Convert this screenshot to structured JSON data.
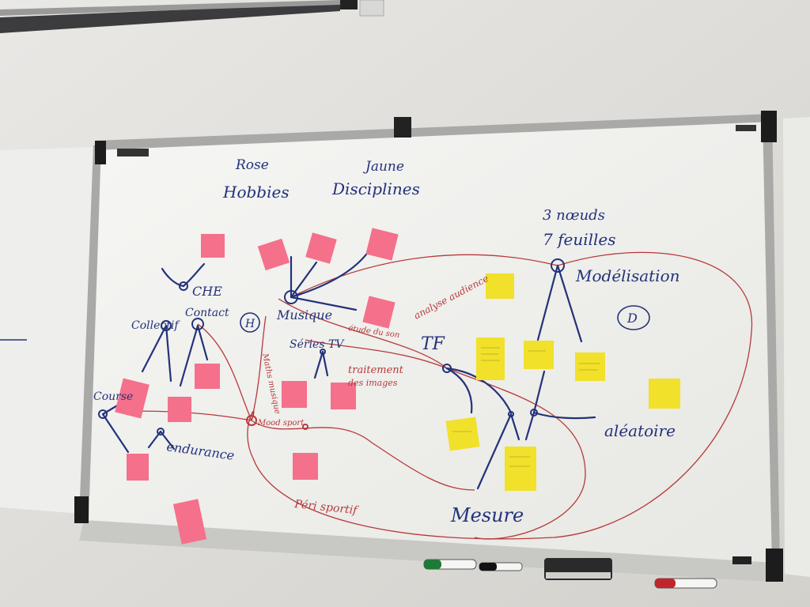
{
  "headings": {
    "pink_color_label": "Rose",
    "pink_meaning": "Hobbies",
    "yellow_color_label": "Jaune",
    "yellow_meaning": "Disciplines",
    "count_line1": "3 nœuds",
    "count_line2": "7 feuilles"
  },
  "nodes": {
    "che": "CHE",
    "collectif": "Collectif",
    "contact": "Contact",
    "course": "Course",
    "endurance": "endurance",
    "musique": "Musique",
    "series_tv": "Séries TV",
    "tf": "TF",
    "modelisation": "Modélisation",
    "aleatoire": "aléatoire",
    "mesure": "Mesure",
    "circle_h": "H",
    "circle_d": "D"
  },
  "red_annotations": {
    "analyse_audience": "analyse audience",
    "etude_son": "étude du son",
    "traitement_line1": "traitement",
    "traitement_line2": "des images",
    "maths_musique": "Maths musique",
    "mood_sport": "Mood sport",
    "peri_sportif": "Péri sportif"
  },
  "colors": {
    "ink_blue": "#23327a",
    "ink_red": "#b63a3a",
    "sticky_pink": "#f5708a",
    "sticky_yellow": "#f1e12a"
  }
}
